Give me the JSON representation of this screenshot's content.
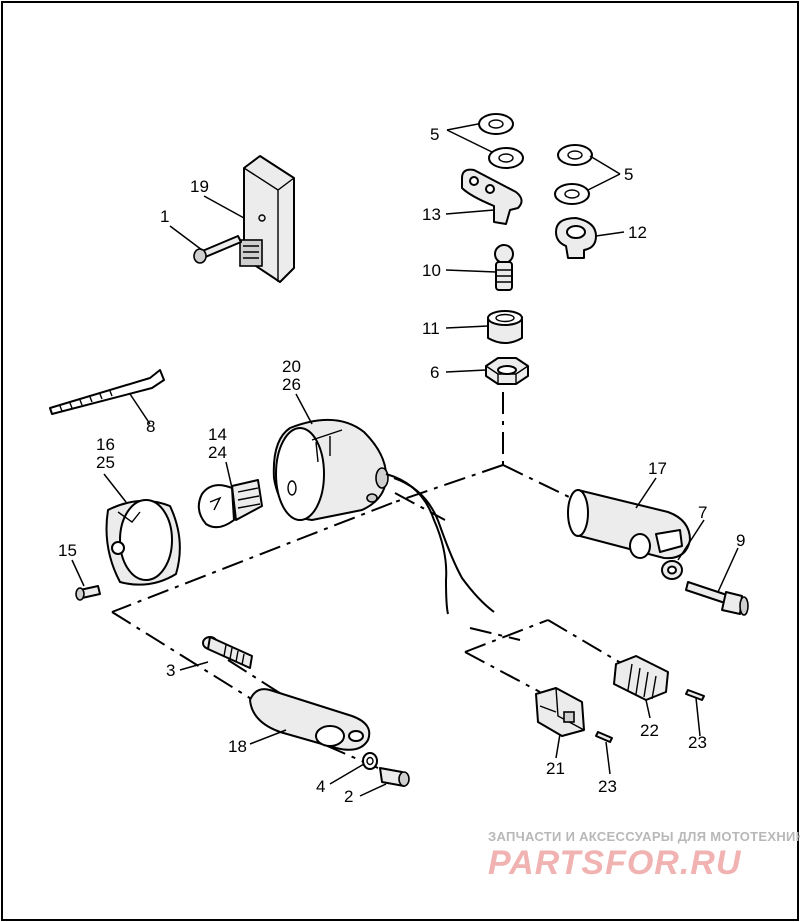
{
  "callouts": [
    {
      "id": "c1",
      "text": "1"
    },
    {
      "id": "c2",
      "text": "2"
    },
    {
      "id": "c3",
      "text": "3"
    },
    {
      "id": "c4",
      "text": "4"
    },
    {
      "id": "c5a",
      "text": "5"
    },
    {
      "id": "c5b",
      "text": "5"
    },
    {
      "id": "c6",
      "text": "6"
    },
    {
      "id": "c7",
      "text": "7"
    },
    {
      "id": "c8",
      "text": "8"
    },
    {
      "id": "c9",
      "text": "9"
    },
    {
      "id": "c10",
      "text": "10"
    },
    {
      "id": "c11",
      "text": "11"
    },
    {
      "id": "c12",
      "text": "12"
    },
    {
      "id": "c13",
      "text": "13"
    },
    {
      "id": "c14",
      "text": "14"
    },
    {
      "id": "c24",
      "text": "24"
    },
    {
      "id": "c15",
      "text": "15"
    },
    {
      "id": "c16",
      "text": "16"
    },
    {
      "id": "c25",
      "text": "25"
    },
    {
      "id": "c17",
      "text": "17"
    },
    {
      "id": "c18",
      "text": "18"
    },
    {
      "id": "c19",
      "text": "19"
    },
    {
      "id": "c20",
      "text": "20"
    },
    {
      "id": "c26",
      "text": "26"
    },
    {
      "id": "c21",
      "text": "21"
    },
    {
      "id": "c22",
      "text": "22"
    },
    {
      "id": "c23a",
      "text": "23"
    },
    {
      "id": "c23b",
      "text": "23"
    }
  ],
  "watermark": {
    "tagline": "ЗАПЧАСТИ И АКСЕССУАРЫ ДЛЯ МОТОТЕХНИКИ",
    "logo": "PARTSFOR.RU"
  }
}
